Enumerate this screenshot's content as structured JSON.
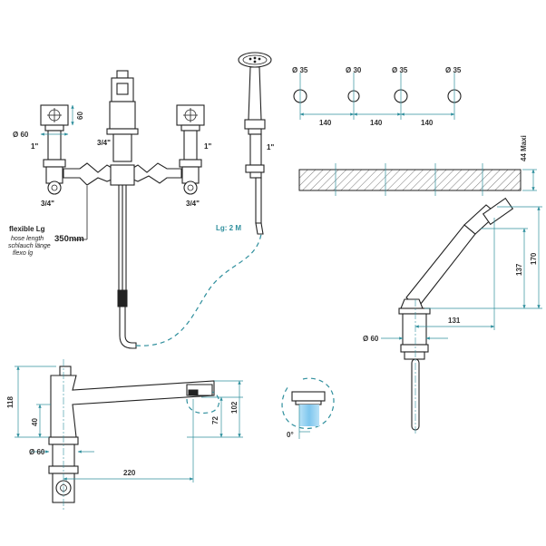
{
  "labels": {
    "valve_size_left": "1\"",
    "valve_size_right": "1\"",
    "spout_inlet": "3/4\"",
    "left_outlet": "3/4\"",
    "right_outlet": "3/4\"",
    "shower_size": "1\"",
    "flexible": "flexible Lg",
    "hose_en": "hose length",
    "hose_de": "schlauch länge",
    "hose_fr": "flexo lg",
    "hose_length": "Lg: 2 M",
    "flex_length": "350mm"
  },
  "dimensions": {
    "valve_diameter": "Ø 60",
    "valve_height": "60",
    "hole_1": "Ø 35",
    "hole_2": "Ø 30",
    "hole_3": "Ø 35",
    "hole_4": "Ø 35",
    "spacing_1": "140",
    "spacing_2": "140",
    "spacing_3": "140",
    "deck_max": "44 Maxi",
    "shower_height": "170",
    "shower_rise": "137",
    "shower_reach": "131",
    "shower_base_diameter": "Ø 60",
    "spout_total_height": "118",
    "spout_base_height": "40",
    "spout_diameter": "Ø 60",
    "spout_reach": "220",
    "spout_clearance": "72",
    "spout_outlet_height": "102",
    "jet_angle": "0°"
  },
  "colors": {
    "line": "#222222",
    "dimension": "#2f8f9d",
    "water": "#7ec6ee"
  }
}
